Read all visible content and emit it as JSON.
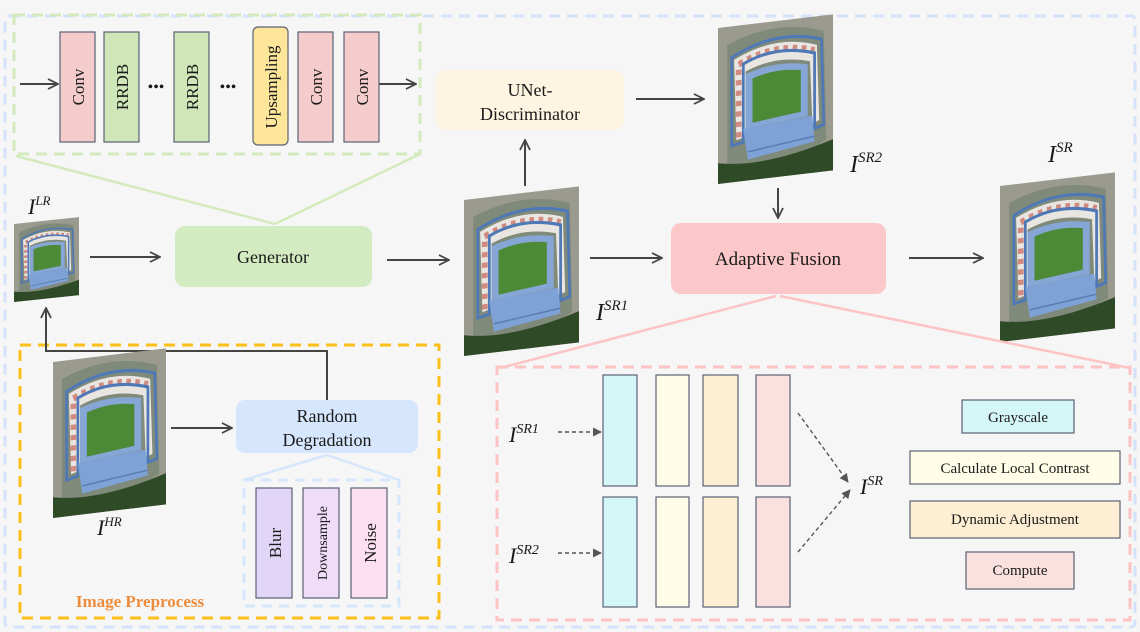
{
  "generator_block": {
    "layers": [
      "Conv",
      "RRDB",
      "RRDB",
      "Upsampling",
      "Conv",
      "Conv"
    ],
    "ellipsis": "•••"
  },
  "nodes": {
    "generator": "Generator",
    "discriminator_line1": "UNet-",
    "discriminator_line2": "Discriminator",
    "adaptive_fusion": "Adaptive Fusion",
    "random_degradation_line1": "Random",
    "random_degradation_line2": "Degradation"
  },
  "degradations": [
    "Blur",
    "Downsample",
    "Noise"
  ],
  "preprocess_label": "Image Preprocess",
  "image_labels": {
    "lr": {
      "base": "I",
      "sup": "LR"
    },
    "hr": {
      "base": "I",
      "sup": "HR"
    },
    "sr1": {
      "base": "I",
      "sup": "SR1"
    },
    "sr2": {
      "base": "I",
      "sup": "SR2"
    },
    "sr": {
      "base": "I",
      "sup": "SR"
    }
  },
  "fusion_detail": {
    "inputs": [
      {
        "base": "I",
        "sup": "SR1"
      },
      {
        "base": "I",
        "sup": "SR2"
      }
    ],
    "output": {
      "base": "I",
      "sup": "SR"
    },
    "legend": [
      "Grayscale",
      "Calculate Local Contrast",
      "Dynamic Adjustment",
      "Compute"
    ]
  },
  "colors": {
    "conv": "#f4cccc",
    "rrdb": "#cfe7b8",
    "upsampling": "#fde59a",
    "generator": "#d3ebc0",
    "discriminator": "#fdf5e2",
    "fusion": "#fcc7c9",
    "degradation": "#d6e6fc",
    "blur": "#e2d6f8",
    "downsample": "#efdcf8",
    "noise": "#fce0f2",
    "grayscale": "#d5f6f6",
    "contrast": "#fffde8",
    "dynamic": "#fdeed4",
    "compute": "#fbe0e0",
    "preprocess_text": "#ed8c3c",
    "preprocess_border": "#fbbf1a",
    "outer_border": "#d4e3fb",
    "green_dash": "#d3ebbc",
    "pink_dash": "#fcc4c4"
  }
}
